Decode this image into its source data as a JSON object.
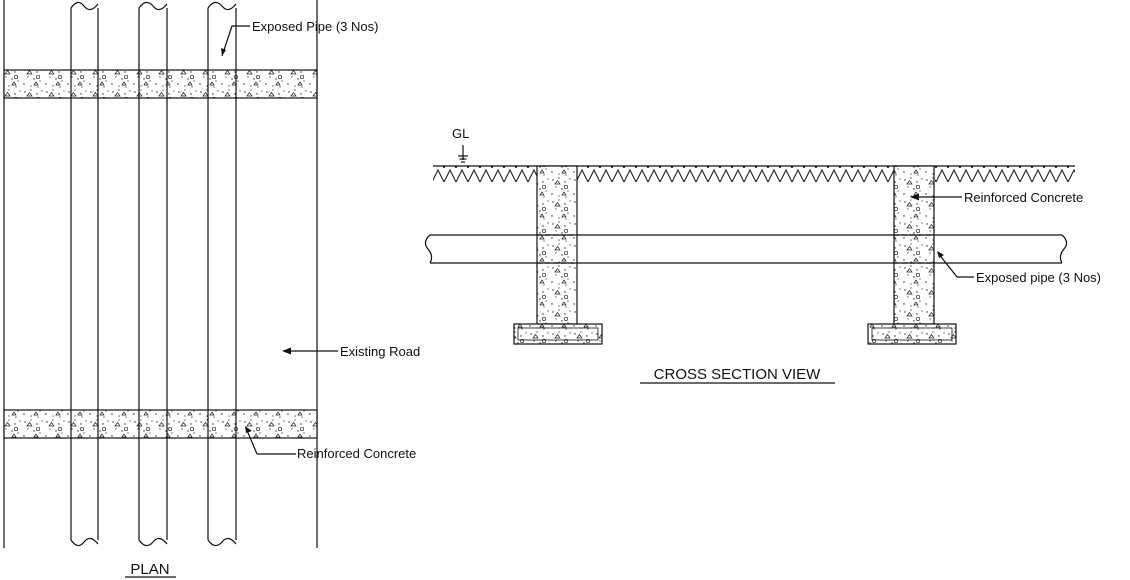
{
  "plan": {
    "title": "PLAN",
    "labels": {
      "exposed_pipe": "Exposed Pipe (3 Nos)",
      "existing_road": "Existing Road",
      "reinforced_concrete": "Reinforced Concrete"
    }
  },
  "section": {
    "title": "CROSS SECTION VIEW",
    "labels": {
      "ground_level": "GL",
      "reinforced_concrete": "Reinforced Concrete",
      "exposed_pipe": "Exposed pipe (3 Nos)"
    }
  },
  "colors": {
    "line": "#111111",
    "background": "#ffffff"
  }
}
